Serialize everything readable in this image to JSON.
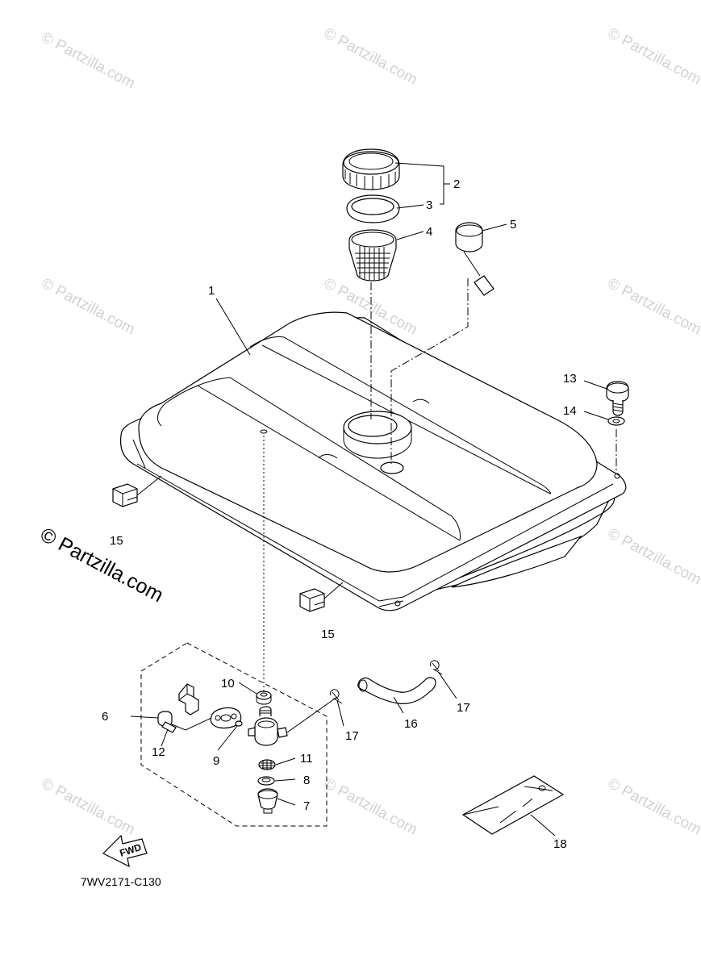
{
  "watermark": "© Partzilla.com",
  "brand": "© Partzilla.com",
  "diagram_code": "7WV2171-C130",
  "fwd_label": "FWD",
  "callouts": [
    "1",
    "2",
    "3",
    "4",
    "5",
    "6",
    "7",
    "8",
    "9",
    "10",
    "11",
    "12",
    "13",
    "14",
    "15",
    "15",
    "16",
    "17",
    "17",
    "18"
  ]
}
